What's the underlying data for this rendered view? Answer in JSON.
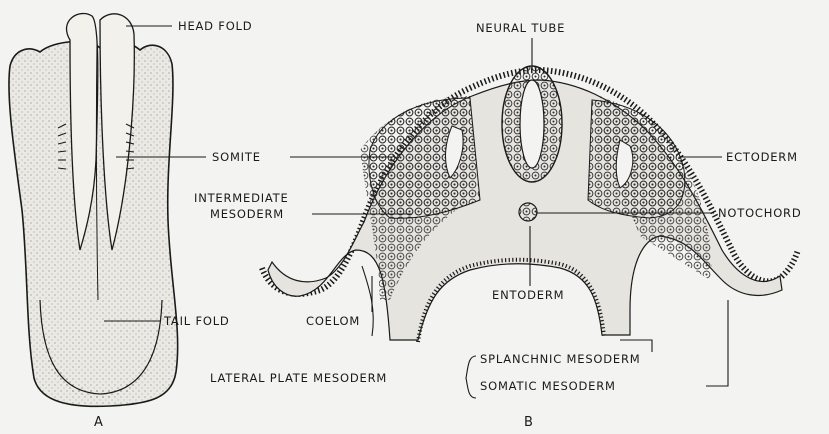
{
  "panels": {
    "a": "A",
    "b": "B"
  },
  "labels": {
    "head_fold": "HEAD FOLD",
    "somite": "SOMITE",
    "tail_fold": "TAIL FOLD",
    "neural_tube": "NEURAL TUBE",
    "ectoderm": "ECTODERM",
    "intermediate_mesoderm_line1": "INTERMEDIATE",
    "intermediate_mesoderm_line2": "MESODERM",
    "notochord": "NOTOCHORD",
    "entoderm": "ENTODERM",
    "coelom": "COELOM",
    "lateral_plate_mesoderm": "LATERAL PLATE MESODERM",
    "splanchnic_mesoderm": "SPLANCHNIC MESODERM",
    "somatic_mesoderm": "SOMATIC MESODERM"
  },
  "colors": {
    "ink": "#1a1a1a",
    "paper": "#f3f3f1",
    "tissue": "#e6e4df"
  }
}
